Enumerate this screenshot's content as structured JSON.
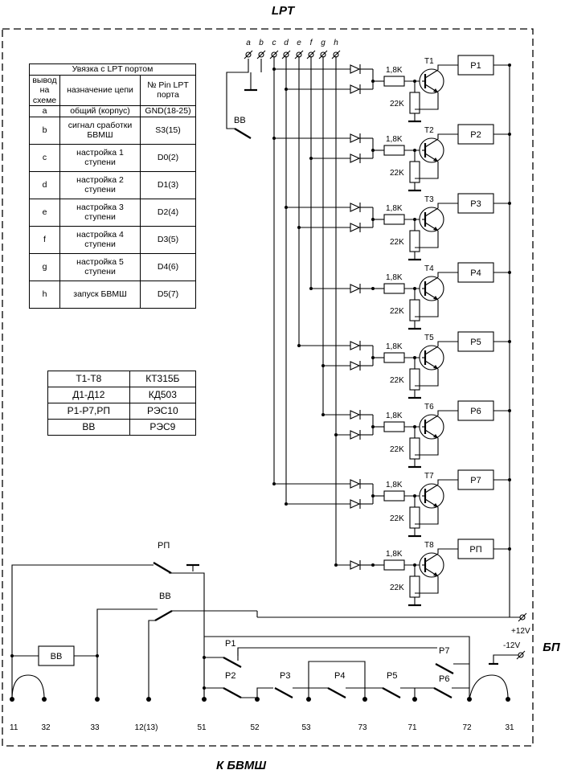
{
  "labels": {
    "lpt_title": "LPT",
    "bp_label": "БП",
    "bvmsh_label": "К БВМШ",
    "plus12": "+12V",
    "minus12": "-12V",
    "bb_switch": "BB",
    "bb_box": "BB",
    "rp_contact": "РП",
    "bb_contact": "BB",
    "res_base": "1,8K",
    "res_pull": "22K"
  },
  "lpt_pins": [
    "a",
    "b",
    "c",
    "d",
    "e",
    "f",
    "g",
    "h"
  ],
  "lpt_table": {
    "title": "Увязка с LPT портом",
    "headers": [
      "вывод на схеме",
      "назначение цепи",
      "№ Pin LPT порта"
    ],
    "rows": [
      {
        "pin": "a",
        "purpose": "общий (корпус)",
        "port": "GND(18-25)"
      },
      {
        "pin": "b",
        "purpose": "сигнал сработки БВМШ",
        "port": "S3(15)"
      },
      {
        "pin": "c",
        "purpose": "настройка 1 ступени",
        "port": "D0(2)"
      },
      {
        "pin": "d",
        "purpose": "настройка 2 ступени",
        "port": "D1(3)"
      },
      {
        "pin": "e",
        "purpose": "настройка 3 ступени",
        "port": "D2(4)"
      },
      {
        "pin": "f",
        "purpose": "настройка 4 ступени",
        "port": "D3(5)"
      },
      {
        "pin": "g",
        "purpose": "настройка 5 ступени",
        "port": "D4(6)"
      },
      {
        "pin": "h",
        "purpose": "запуск БВМШ",
        "port": "D5(7)"
      }
    ]
  },
  "components": [
    {
      "ref": "T1-T8",
      "type": "КТ315Б"
    },
    {
      "ref": "Д1-Д12",
      "type": "КД503"
    },
    {
      "ref": "Р1-Р7,РП",
      "type": "РЭС10"
    },
    {
      "ref": "BB",
      "type": "РЭС9"
    }
  ],
  "stages": [
    {
      "transistor": "T1",
      "relay": "P1"
    },
    {
      "transistor": "T2",
      "relay": "P2"
    },
    {
      "transistor": "T3",
      "relay": "P3"
    },
    {
      "transistor": "T4",
      "relay": "P4"
    },
    {
      "transistor": "T5",
      "relay": "P5"
    },
    {
      "transistor": "T6",
      "relay": "P6"
    },
    {
      "transistor": "T7",
      "relay": "P7"
    },
    {
      "transistor": "T8",
      "relay": "РП"
    }
  ],
  "contacts": {
    "p1": "P1",
    "p2": "P2",
    "p3": "P3",
    "p4": "P4",
    "p5": "P5",
    "p6": "P6",
    "p7": "P7"
  },
  "terminals": [
    "11",
    "32",
    "33",
    "12(13)",
    "51",
    "52",
    "53",
    "73",
    "71",
    "72",
    "31"
  ]
}
